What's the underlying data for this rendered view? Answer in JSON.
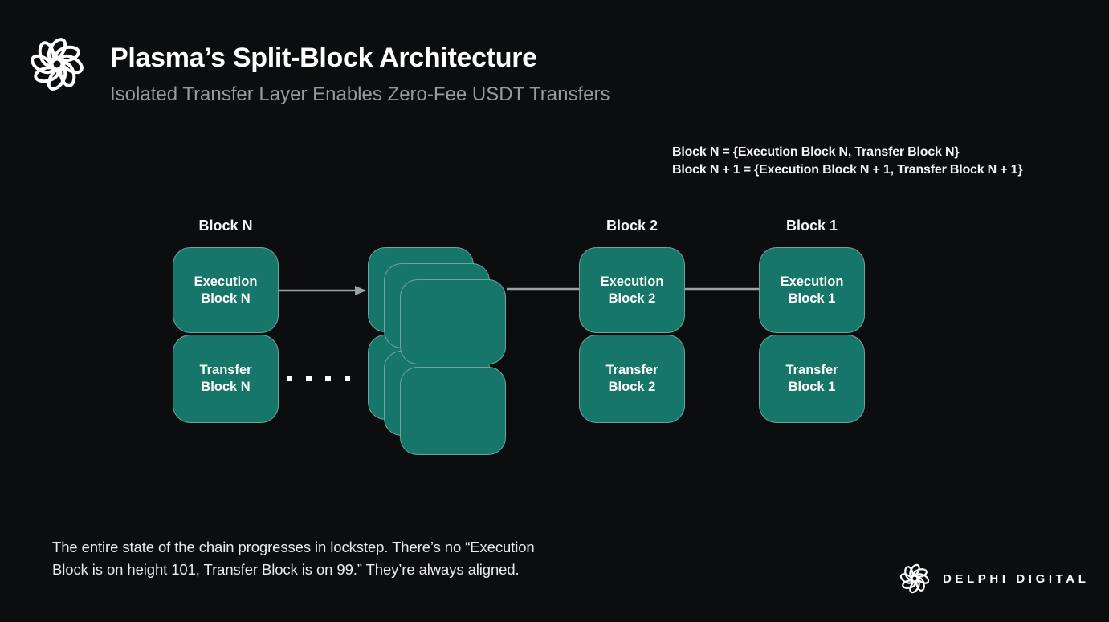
{
  "colors": {
    "background": "#0b0d0e",
    "block_fill": "#157669",
    "block_border": "#adc1bb",
    "arrow": "#9aa3a1",
    "title": "#ffffff",
    "subtitle": "#97999d",
    "note_text": "#e9ebeb"
  },
  "header": {
    "title": "Plasma’s Split-Block Architecture",
    "subtitle": "Isolated Transfer Layer Enables Zero-Fee USDT Transfers"
  },
  "formula": {
    "line1": "Block N = {Execution Block N, Transfer Block N}",
    "line2": "Block N + 1 = {Execution Block N + 1, Transfer Block N + 1}"
  },
  "diagram": {
    "columns": [
      {
        "label": "Block N",
        "execution": "Execution Block N",
        "transfer": "Transfer Block N"
      },
      {
        "label": "Block 2",
        "execution": "Execution Block 2",
        "transfer": "Transfer Block 2"
      },
      {
        "label": "Block 1",
        "execution": "Execution Block 1",
        "transfer": "Transfer Block 1"
      }
    ],
    "hidden_blocks_note": "stack of intermediate blocks",
    "ellipsis_dot_count": 4
  },
  "footer": {
    "note_line1": "The entire state of the chain progresses in lockstep. There’s no “Execution",
    "note_line2": "Block is on height 101, Transfer Block is on 99.” They’re always aligned.",
    "brand": "DELPHI DIGITAL"
  }
}
